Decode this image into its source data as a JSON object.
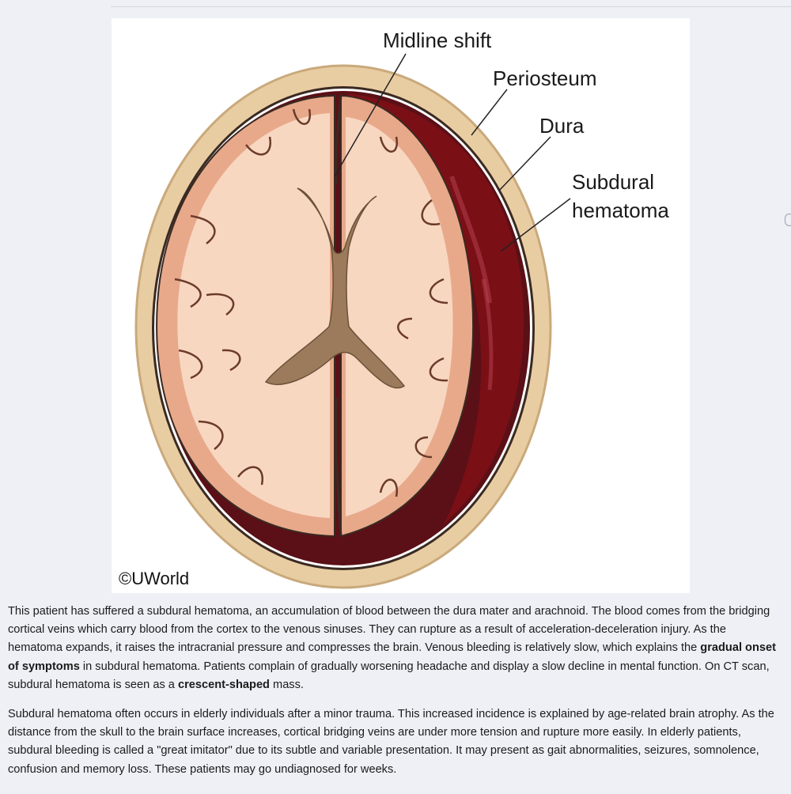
{
  "figure": {
    "labels": {
      "midline_shift": "Midline shift",
      "periosteum": "Periosteum",
      "dura": "Dura",
      "subdural_line1": "Subdural",
      "subdural_line2": "hematoma"
    },
    "copyright": "©UWorld",
    "colors": {
      "skull": "#e9cda2",
      "brain": "#f8d7c1",
      "gyri": "#e8a98b",
      "ventricle": "#9b7b5c",
      "hematoma": "#7a0f16"
    }
  },
  "explanation": {
    "p1": {
      "s1": "This patient has suffered a subdural hematoma, an accumulation of blood between the dura mater and arachnoid.  The blood comes from the bridging cortical veins which carry blood from the cortex to the venous sinuses.  They can rupture as a result of acceleration-deceleration injury.  As the hematoma expands, it raises the intracranial pressure and compresses the brain.  Venous bleeding is relatively slow, which explains the ",
      "b1": "gradual onset of symptoms",
      "s2": " in subdural hematoma.  Patients complain of gradually worsening headache and display a slow decline in mental function.  On CT scan, subdural hematoma is seen as a ",
      "b2": "crescent-shaped",
      "s3": " mass."
    },
    "p2": "Subdural hematoma often occurs in elderly individuals after a minor trauma.  This increased incidence is explained by age-related brain atrophy.  As the distance from the skull to the brain surface increases, cortical bridging veins are under more tension and rupture more easily.  In elderly patients, subdural bleeding is called a \"great imitator\" due to its subtle and variable presentation.  It may present as gait abnormalities, seizures, somnolence, confusion and memory loss.  These patients may go undiagnosed for weeks."
  }
}
